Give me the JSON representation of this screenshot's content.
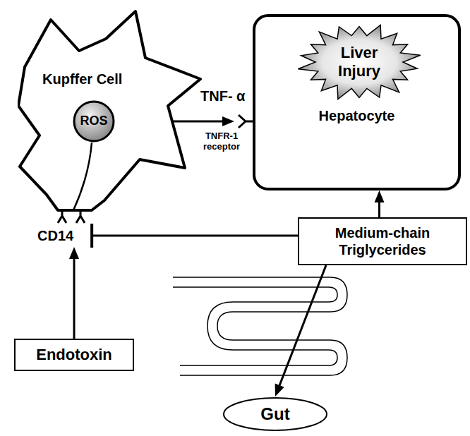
{
  "diagram": {
    "nodes": [
      {
        "text": [
          "Kupffer Cell",
          "CD14"
        ]
      },
      {
        "text": [
          "ROS"
        ],
        "in": 0
      },
      {
        "text": [
          "Hepatocyte"
        ]
      },
      {
        "text": [
          "Liver Injury"
        ],
        "in": 2
      },
      {
        "text": [
          "Medium-chain Triglycerides"
        ]
      },
      {
        "text": [
          "Endotoxin"
        ]
      },
      {
        "text": [
          "Gut"
        ]
      }
    ],
    "edges": [
      {
        "from": 1,
        "to": 2,
        "arrow": "to",
        "label": "TNF- α"
      },
      {
        "from": 4,
        "to": 0,
        "arrow": "to"
      },
      {
        "from": 4,
        "to": 2,
        "arrow": "to"
      },
      {
        "from": 4,
        "to": 6,
        "arrow": "to"
      },
      {
        "from": 5,
        "to": 0,
        "arrow": "to"
      }
    ],
    "labels": [
      "TNFR-1 receptor"
    ]
  }
}
